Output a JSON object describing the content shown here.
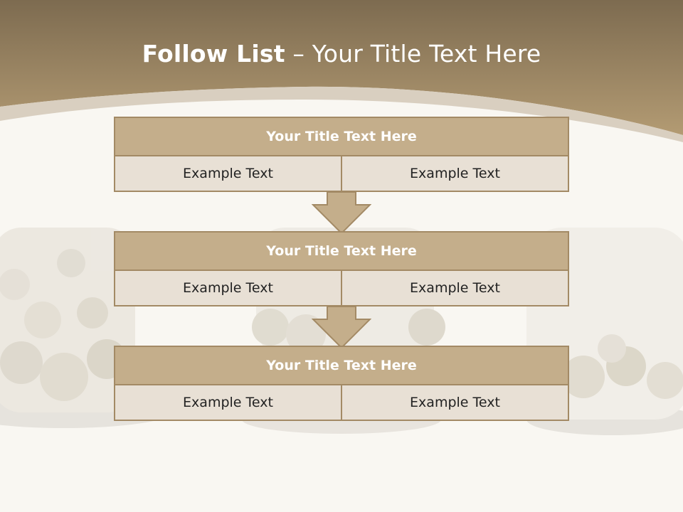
{
  "slide": {
    "title_bold": "Follow List",
    "title_rest": " – Your Title Text Here"
  },
  "blocks": [
    {
      "title": "Your Title Text Here",
      "left": "Example Text",
      "right": "Example Text"
    },
    {
      "title": "Your Title Text Here",
      "left": "Example Text",
      "right": "Example Text"
    },
    {
      "title": "Your Title Text Here",
      "left": "Example Text",
      "right": "Example Text"
    }
  ],
  "colors": {
    "header": "#a38a65",
    "title_fill": "#c4ae8b",
    "cell_fill": "#e8e0d5",
    "border": "#a38a65"
  }
}
